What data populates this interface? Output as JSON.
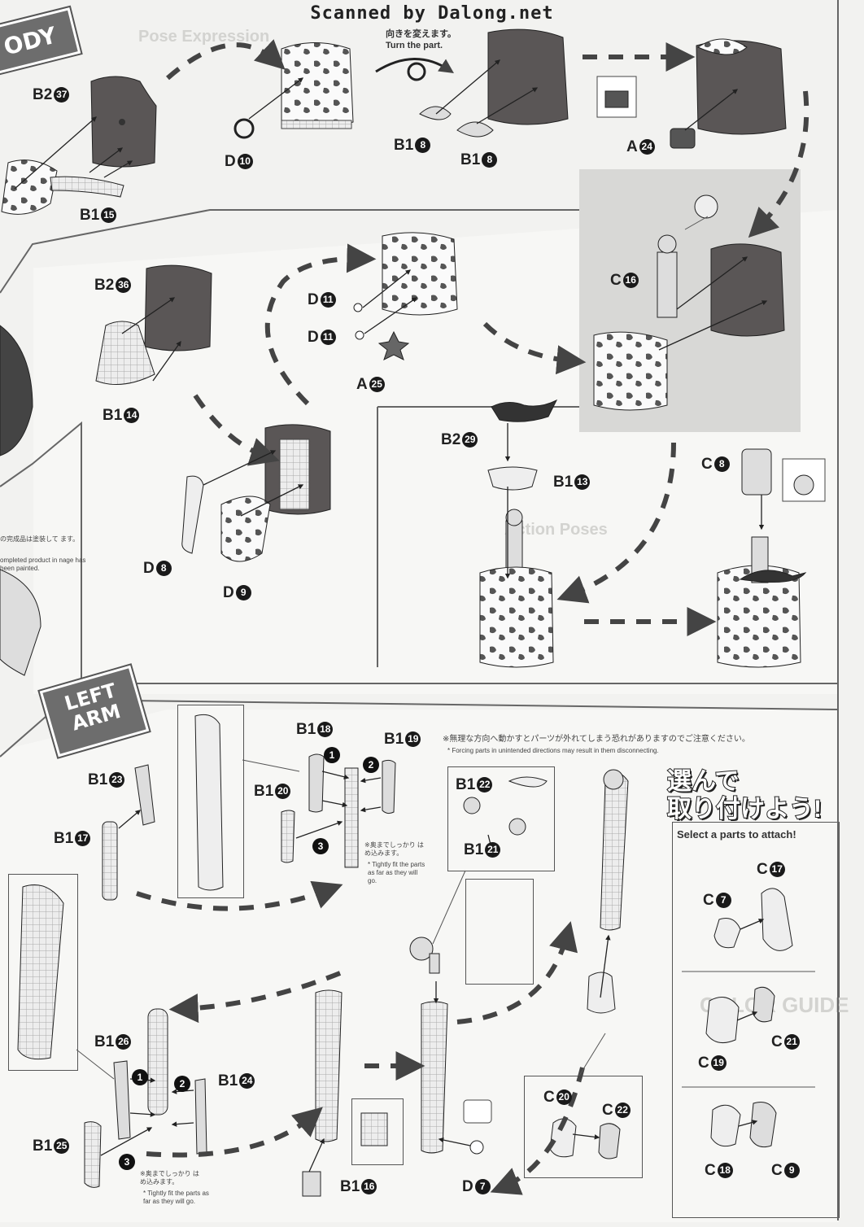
{
  "watermark": "Scanned by Dalong.net",
  "body_section": {
    "tag": "ODY",
    "turn_note_jp": "向きを変えます。",
    "turn_note_en": "Turn the part.",
    "labels": {
      "b2_37": {
        "letter": "B2",
        "num": "37"
      },
      "d10": {
        "letter": "D",
        "num": "10"
      },
      "b1_15": {
        "letter": "B1",
        "num": "15"
      },
      "b1_8a": {
        "letter": "B1",
        "num": "8"
      },
      "b1_8b": {
        "letter": "B1",
        "num": "8"
      },
      "a24": {
        "letter": "A",
        "num": "24"
      },
      "b2_36": {
        "letter": "B2",
        "num": "36"
      },
      "b1_14": {
        "letter": "B1",
        "num": "14"
      },
      "d11a": {
        "letter": "D",
        "num": "11"
      },
      "d11b": {
        "letter": "D",
        "num": "11"
      },
      "a25": {
        "letter": "A",
        "num": "25"
      },
      "c16": {
        "letter": "C",
        "num": "16"
      },
      "b2_29": {
        "letter": "B2",
        "num": "29"
      },
      "b1_13": {
        "letter": "B1",
        "num": "13"
      },
      "c8": {
        "letter": "C",
        "num": "8"
      },
      "d8": {
        "letter": "D",
        "num": "8"
      },
      "d9": {
        "letter": "D",
        "num": "9"
      }
    },
    "side_note_jp": "の完成品は塗装して ます。",
    "side_note_en": "ompleted product in nage has been painted."
  },
  "left_arm_section": {
    "tag_line1": "LEFT",
    "tag_line2": "ARM",
    "warning_jp": "※無理な方向へ動かすとパーツが外れてしまう恐れがありますのでご注意ください。",
    "warning_en": "* Forcing parts in unintended directions may result in them disconnecting.",
    "fit_note_jp": "※奥までしっかり はめ込みます。",
    "fit_note_en": "* Tightly fit the parts as far as they will go.",
    "select_title_line1": "選んで",
    "select_title_line2": "取り付けよう!",
    "select_subtitle": "Select a parts to attach!",
    "labels": {
      "b1_18": {
        "letter": "B1",
        "num": "18"
      },
      "b1_19": {
        "letter": "B1",
        "num": "19"
      },
      "b1_23": {
        "letter": "B1",
        "num": "23"
      },
      "b1_20": {
        "letter": "B1",
        "num": "20"
      },
      "b1_17": {
        "letter": "B1",
        "num": "17"
      },
      "b1_22": {
        "letter": "B1",
        "num": "22"
      },
      "b1_21": {
        "letter": "B1",
        "num": "21"
      },
      "b1_26": {
        "letter": "B1",
        "num": "26"
      },
      "b1_24": {
        "letter": "B1",
        "num": "24"
      },
      "b1_25": {
        "letter": "B1",
        "num": "25"
      },
      "b1_16": {
        "letter": "B1",
        "num": "16"
      },
      "d7": {
        "letter": "D",
        "num": "7"
      },
      "c20": {
        "letter": "C",
        "num": "20"
      },
      "c22": {
        "letter": "C",
        "num": "22"
      },
      "c17": {
        "letter": "C",
        "num": "17"
      },
      "c7": {
        "letter": "C",
        "num": "7"
      },
      "c21": {
        "letter": "C",
        "num": "21"
      },
      "c19": {
        "letter": "C",
        "num": "19"
      },
      "c18": {
        "letter": "C",
        "num": "18"
      },
      "c9": {
        "letter": "C",
        "num": "9"
      }
    },
    "steps": [
      "1",
      "2",
      "3"
    ]
  }
}
